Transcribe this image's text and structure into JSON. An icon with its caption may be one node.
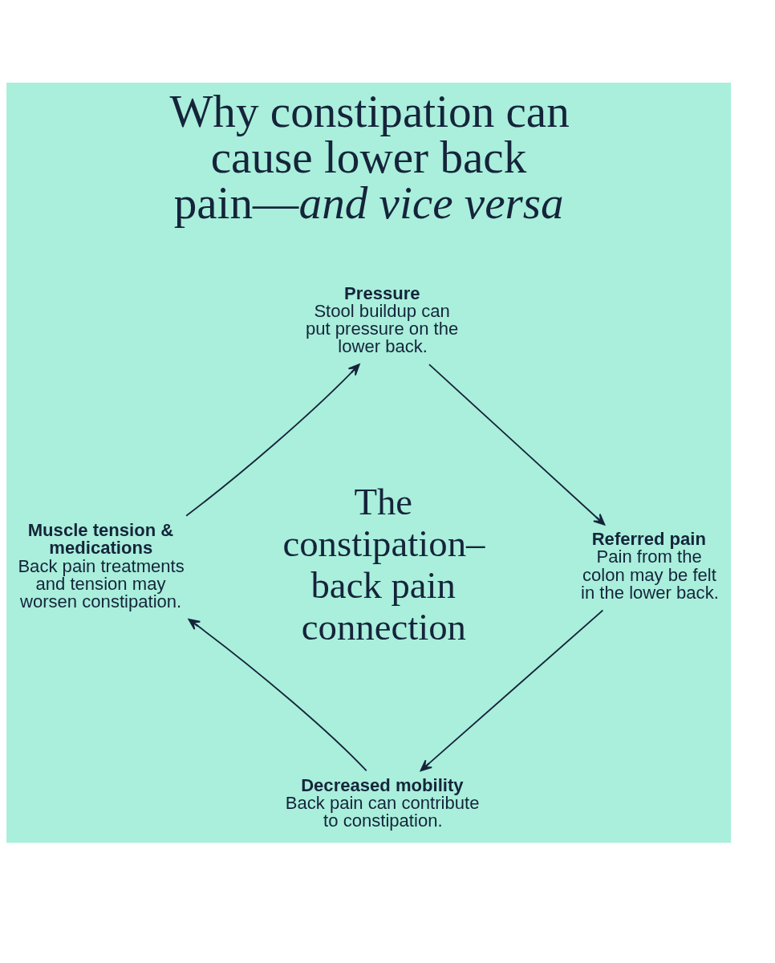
{
  "diagram": {
    "title": "Why constipation can cause lower back pain—*and vice versa*",
    "nodes": [
      {
        "text": [
          "Pressure",
          "Stool buildup can put pressure on the lower back."
        ]
      },
      {
        "text": [
          "Referred pain",
          "Pain from the colon may be felt in the lower back."
        ]
      },
      {
        "text": [
          "Decreased mobility",
          "Back pain can contribute to constipation."
        ]
      },
      {
        "text": [
          "Muscle tension & medications",
          "Back pain treatments and tension may worsen constipation."
        ]
      }
    ],
    "edges": [
      {
        "from": 0,
        "to": 1,
        "arrow": "to"
      },
      {
        "from": 1,
        "to": 2,
        "arrow": "to"
      },
      {
        "from": 2,
        "to": 3,
        "arrow": "to"
      },
      {
        "from": 3,
        "to": 0,
        "arrow": "to"
      }
    ],
    "labels": [
      "The constipation–back pain connection"
    ]
  }
}
